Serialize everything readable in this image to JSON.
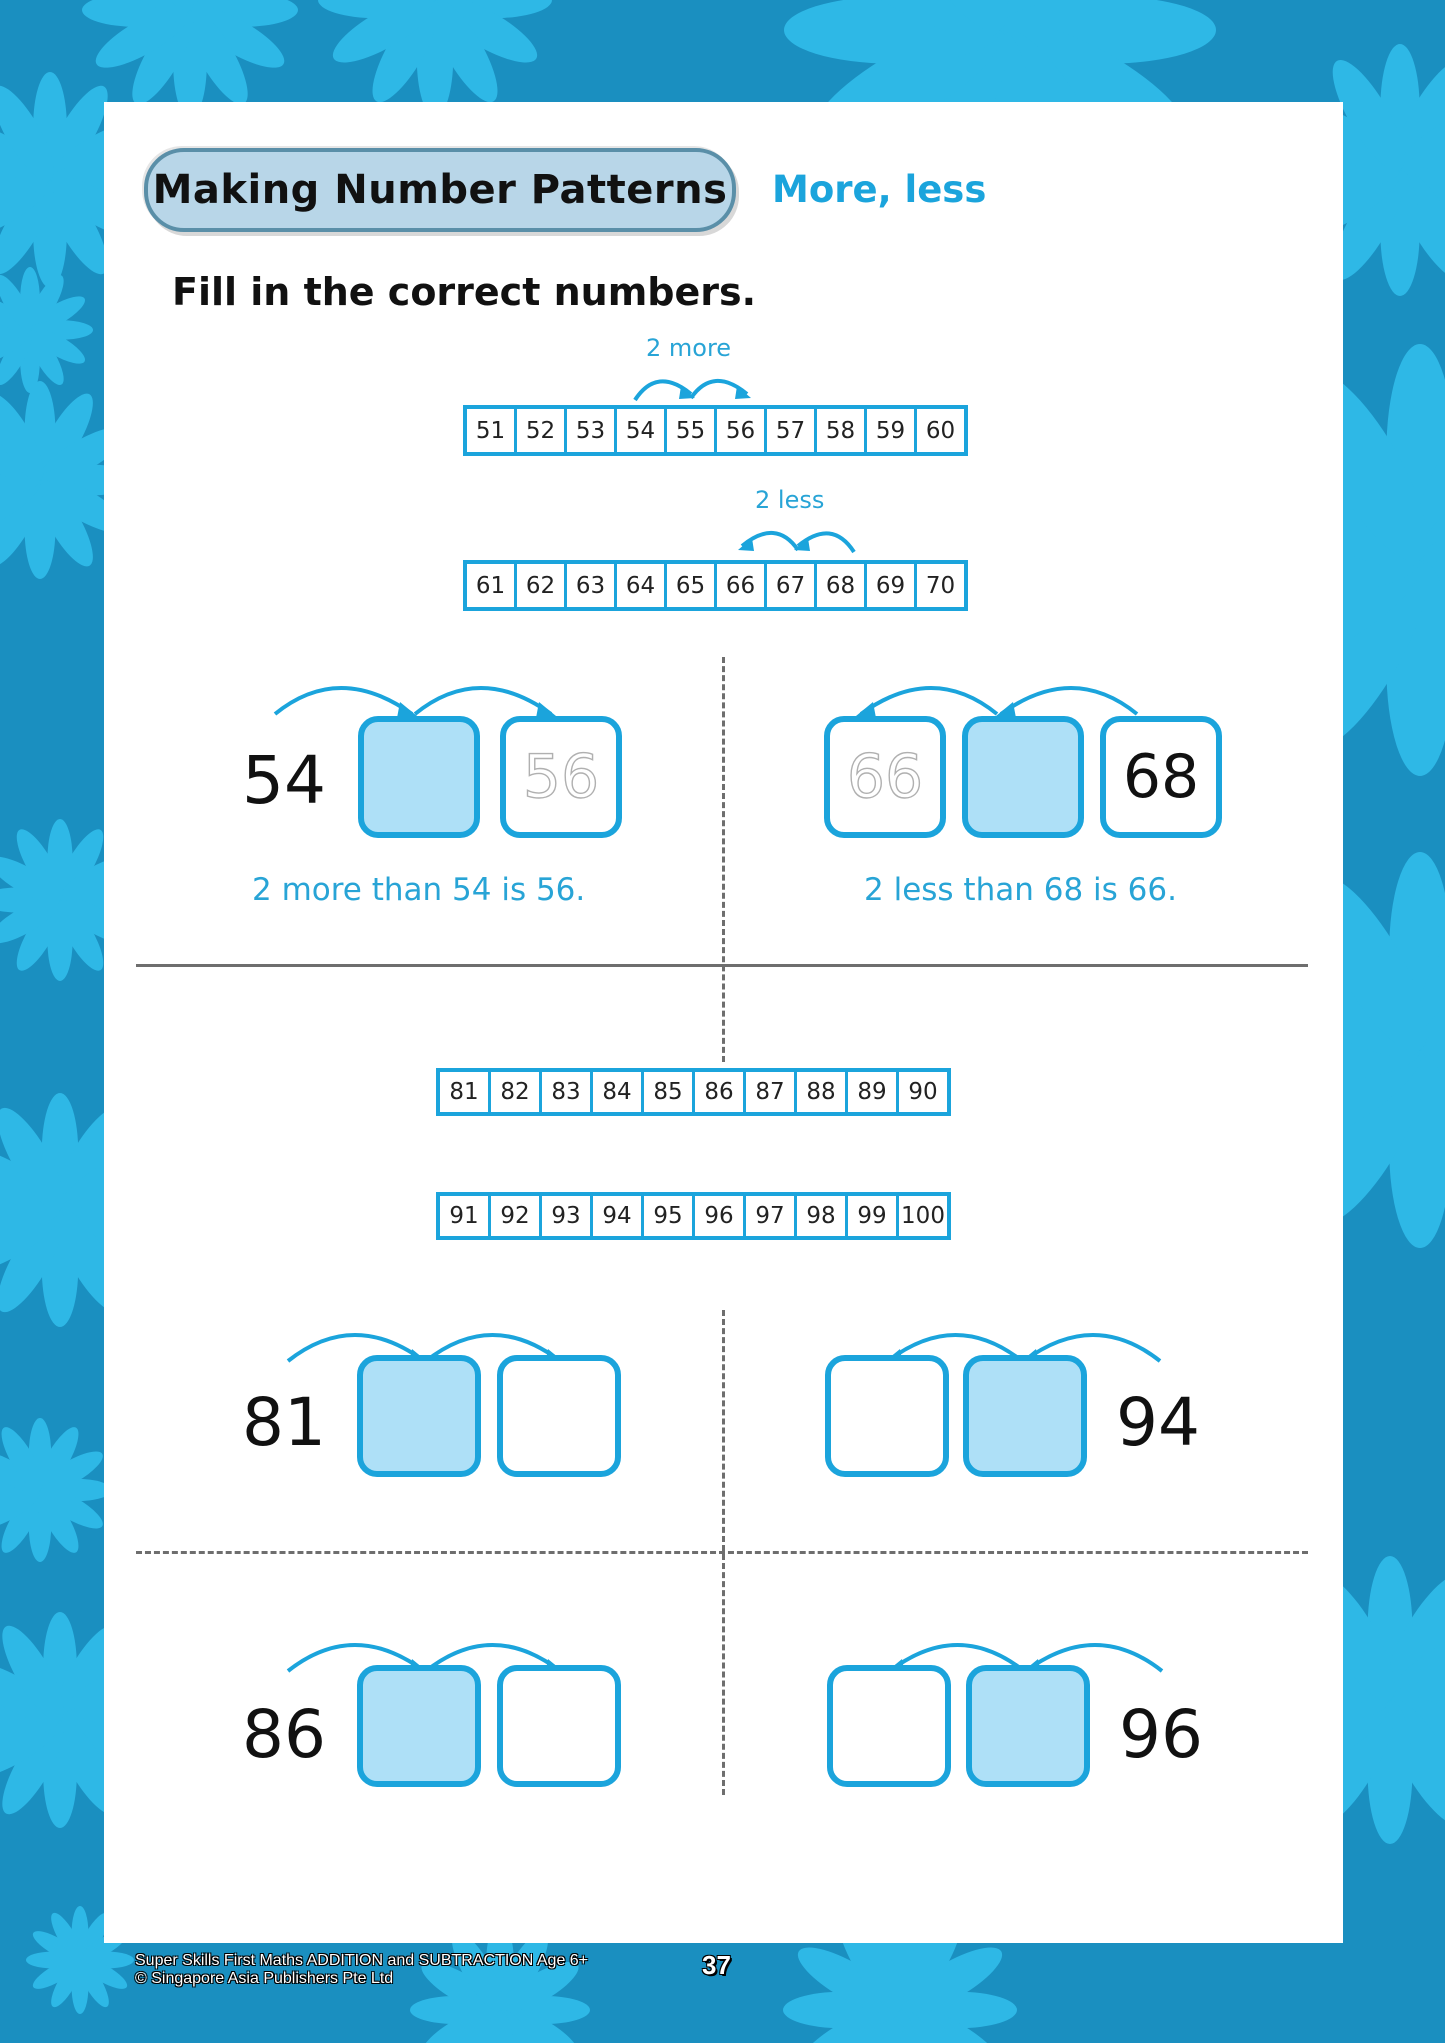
{
  "header": {
    "title": "Making Number Patterns",
    "subtitle": "More, less"
  },
  "instruction": "Fill in the correct numbers.",
  "colors": {
    "background": "#1a8fc0",
    "flower": "#2eb8e6",
    "accent": "#1ba4dc",
    "shaded_box": "#aee0f7",
    "title_pill": "#b8d6e8"
  },
  "examples": {
    "more_hint": "2 more",
    "less_hint": "2 less",
    "strip_1": [
      "51",
      "52",
      "53",
      "54",
      "55",
      "56",
      "57",
      "58",
      "59",
      "60"
    ],
    "strip_2": [
      "61",
      "62",
      "63",
      "64",
      "65",
      "66",
      "67",
      "68",
      "69",
      "70"
    ],
    "left": {
      "given": "54",
      "traced_answer": "56",
      "sentence": "2 more than 54 is 56."
    },
    "right": {
      "given": "68",
      "traced_answer": "66",
      "sentence": "2 less than 68 is 66."
    }
  },
  "practice": {
    "strip_3": [
      "81",
      "82",
      "83",
      "84",
      "85",
      "86",
      "87",
      "88",
      "89",
      "90"
    ],
    "strip_4": [
      "91",
      "92",
      "93",
      "94",
      "95",
      "96",
      "97",
      "98",
      "99",
      "100"
    ],
    "exercises": [
      {
        "given": "81",
        "direction": "more"
      },
      {
        "given": "94",
        "direction": "less"
      },
      {
        "given": "86",
        "direction": "more"
      },
      {
        "given": "96",
        "direction": "less"
      }
    ]
  },
  "footer": {
    "book_title": "Super Skills First Maths ADDITION and SUBTRACTION Age 6+",
    "copyright": "© Singapore Asia Publishers Pte Ltd",
    "page_number": "37"
  }
}
